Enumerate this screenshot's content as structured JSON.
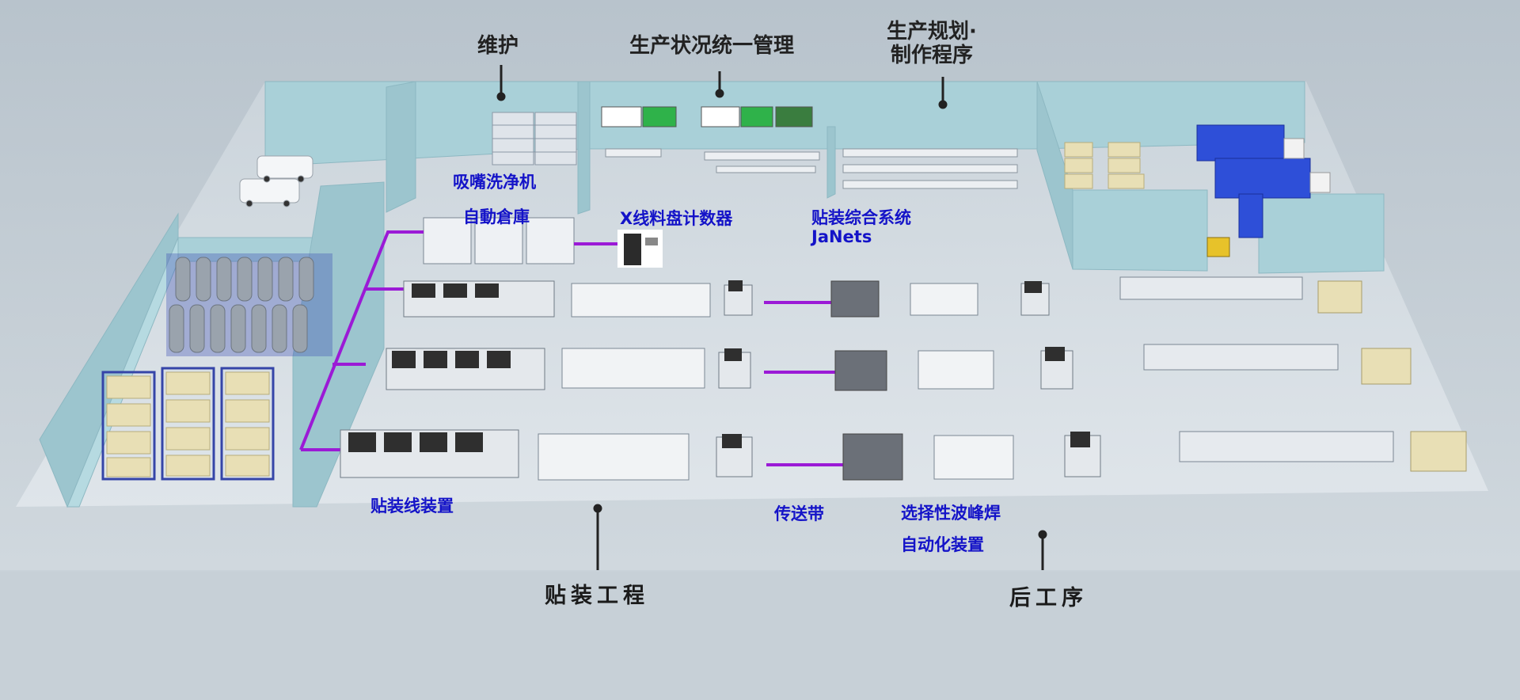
{
  "labels": {
    "maintenance": "维护",
    "production_mgmt": "生产状况统一管理",
    "planning_line1": "生产规划·",
    "planning_line2": "制作程序",
    "nozzle_cleaner": "吸嘴洗净机",
    "auto_warehouse": "自動倉庫",
    "xray_counter": "X线料盘计数器",
    "janets_line1": "贴装综合系统",
    "janets_line2": "JaNets",
    "mount_line_device": "贴装线装置",
    "conveyor": "传送带",
    "selective_wave_line1": "选择性波峰焊",
    "selective_wave_line2": "自动化装置",
    "mount_process": "贴装工程",
    "post_process": "后工序"
  },
  "colors": {
    "connector": "#9b1ad6",
    "label_blue": "#1413c8",
    "label_dark": "#222222",
    "wall": "#a9d0d8",
    "floor": "#d2dbe2"
  }
}
